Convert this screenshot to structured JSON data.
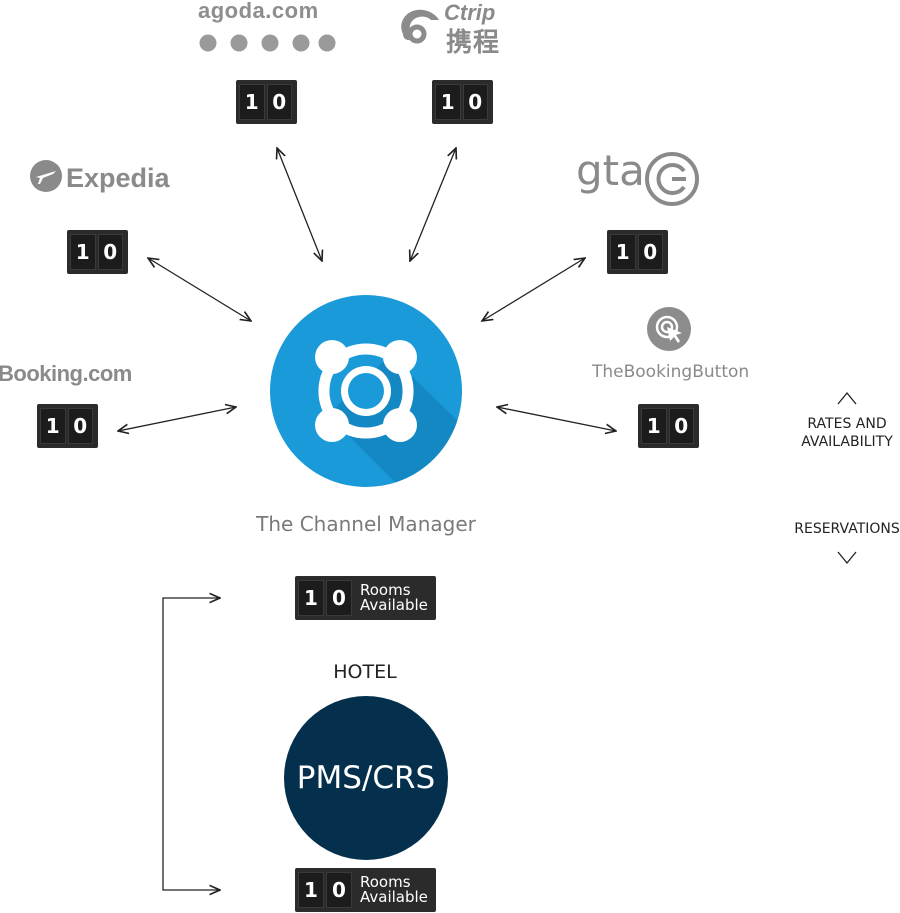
{
  "channels": {
    "agoda": {
      "name": "agoda.com",
      "count": [
        "1",
        "0"
      ]
    },
    "ctrip": {
      "name": "Ctrip",
      "name_cn": "携程",
      "count": [
        "1",
        "0"
      ]
    },
    "expedia": {
      "name": "Expedia",
      "count": [
        "1",
        "0"
      ]
    },
    "gta": {
      "name": "gta",
      "count": [
        "1",
        "0"
      ]
    },
    "booking": {
      "name": "Booking.com",
      "count": [
        "1",
        "0"
      ]
    },
    "bookingbutton": {
      "name": "TheBookingButton",
      "count": [
        "1",
        "0"
      ]
    }
  },
  "hub": {
    "label": "The Channel Manager",
    "color": "#1a9ad8"
  },
  "hotel": {
    "title": "HOTEL",
    "system_label": "PMS/CRS",
    "color": "#04304d",
    "top_counter": {
      "digits": [
        "1",
        "0"
      ],
      "label_line1": "Rooms",
      "label_line2": "Available"
    },
    "bottom_counter": {
      "digits": [
        "1",
        "0"
      ],
      "label_line1": "Rooms",
      "label_line2": "Available"
    }
  },
  "legend": {
    "up_label_line1": "RATES AND",
    "up_label_line2": "AVAILABILITY",
    "down_label": "RESERVATIONS"
  }
}
